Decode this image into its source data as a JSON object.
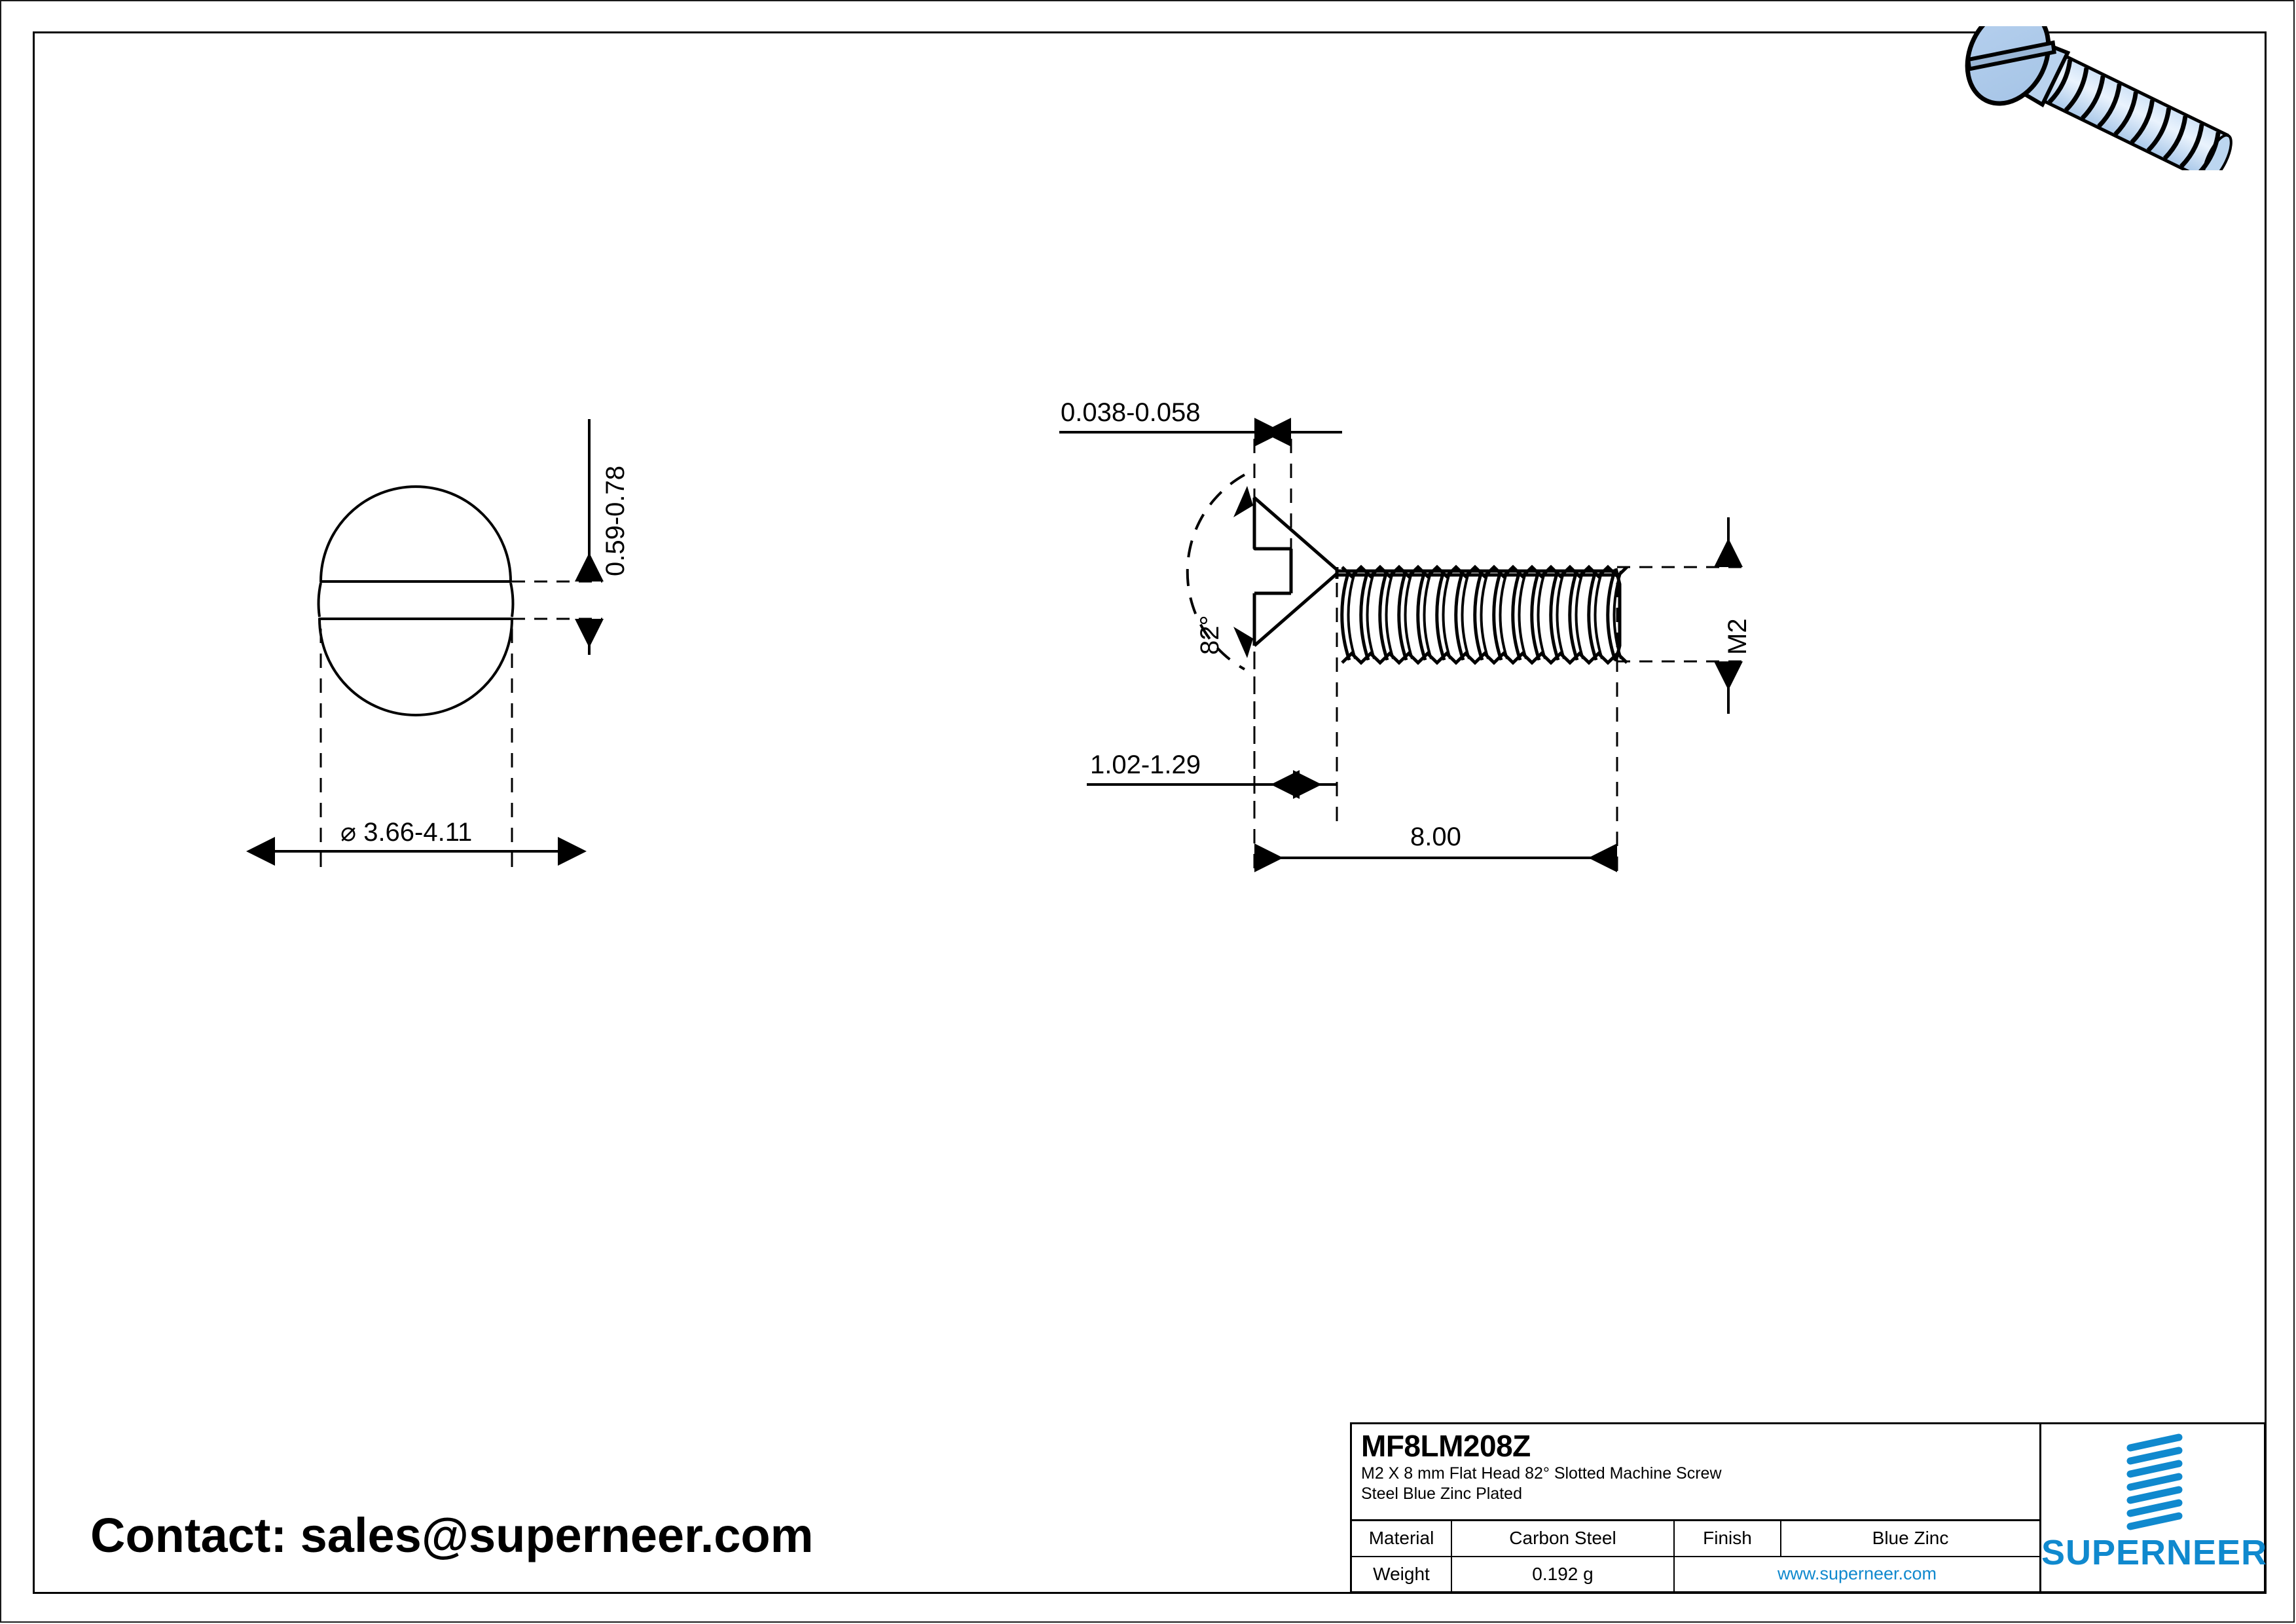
{
  "sheet": {
    "contact": "Contact: sales@superneer.com"
  },
  "title_block": {
    "part_number": "MF8LM208Z",
    "description_line1": "M2 X 8 mm  Flat Head 82° Slotted Machine Screw",
    "description_line2": "Steel Blue Zinc Plated",
    "rows": [
      {
        "label": "Material",
        "value": "Carbon Steel",
        "label2": "Finish",
        "value2": "Blue Zinc"
      },
      {
        "label": "Weight",
        "value": "0.192 g",
        "url": "www.superneer.com"
      }
    ],
    "brand": "SUPERNEER",
    "brand_color": "#1089ce",
    "logo_icon": "hatched-bar-logo-icon"
  },
  "top_view": {
    "name": "head-top-view",
    "slot_width_dim": "0.59-0.78",
    "head_diameter_dim": "⌀ 3.66-4.11"
  },
  "side_view": {
    "name": "screw-side-view",
    "slot_depth_dim": "0.038-0.058",
    "head_angle_dim": "82°",
    "head_height_dim": "1.02-1.29",
    "length_dim": "8.00",
    "thread_size_dim": "M2"
  },
  "isometric": {
    "name": "screw-3d-illustration",
    "body_color": "#aecbeb",
    "highlight_color": "#d7e8f8",
    "outline_color": "#000000"
  }
}
